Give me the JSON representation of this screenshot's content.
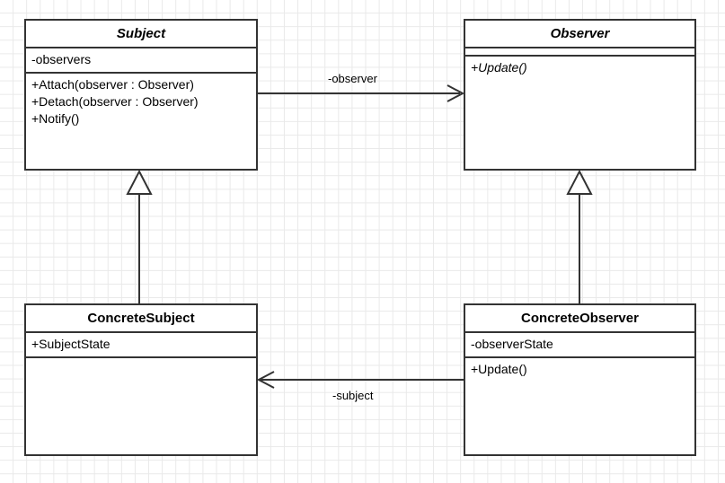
{
  "diagram": {
    "type": "uml-class-diagram",
    "pattern_name": "Observer",
    "background": "#ffffff",
    "grid_color": "#e9e9e9",
    "line_color": "#333333",
    "text_color": "#000000",
    "classes": [
      {
        "id": "subject",
        "name": "Subject",
        "abstract": true,
        "attributes": [
          "-observers"
        ],
        "operations": [
          "+Attach(observer : Observer)",
          "+Detach(observer : Observer)",
          "+Notify()"
        ]
      },
      {
        "id": "observer",
        "name": "Observer",
        "abstract": true,
        "attributes": [],
        "operations": [
          "+Update()"
        ],
        "operations_abstract": true
      },
      {
        "id": "concrete-subject",
        "name": "ConcreteSubject",
        "abstract": false,
        "attributes": [
          "+SubjectState"
        ],
        "operations": []
      },
      {
        "id": "concrete-observer",
        "name": "ConcreteObserver",
        "abstract": false,
        "attributes": [
          "-observerState"
        ],
        "operations": [
          "+Update()"
        ]
      }
    ],
    "relationships": [
      {
        "id": "subject-observer",
        "kind": "association",
        "from": "subject",
        "to": "observer",
        "label": "-observer",
        "arrow": "open-right"
      },
      {
        "id": "concrete-observer-subject",
        "kind": "association",
        "from": "concrete-observer",
        "to": "concrete-subject",
        "label": "-subject",
        "arrow": "open-left"
      },
      {
        "id": "concrete-subject-generalization",
        "kind": "generalization",
        "from": "concrete-subject",
        "to": "subject",
        "label": "",
        "arrow": "hollow-triangle-up"
      },
      {
        "id": "concrete-observer-generalization",
        "kind": "generalization",
        "from": "concrete-observer",
        "to": "observer",
        "label": "",
        "arrow": "hollow-triangle-up"
      }
    ]
  }
}
